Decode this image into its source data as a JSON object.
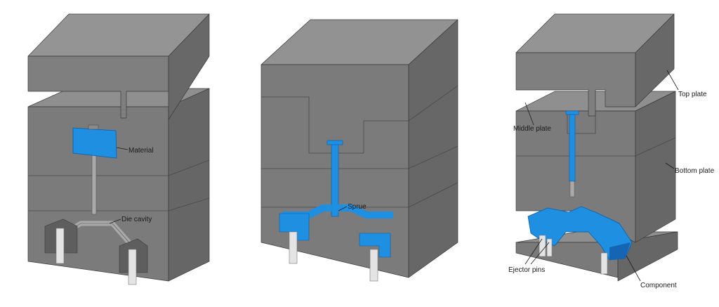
{
  "colors": {
    "plate_top": "#8f8f8f",
    "plate_front": "#797979",
    "plate_side": "#656565",
    "material_blue": "#1e8fe1",
    "material_blue_dark": "#1466b4",
    "pin": "#e4e4e4"
  },
  "labels": {
    "material": "Material",
    "die_cavity": "Die cavity",
    "sprue": "Sprue",
    "top_plate": "Top plate",
    "middle_plate": "Middle plate",
    "bottom_plate": "Bottom plate",
    "ejector_pins": "Ejector pins",
    "component": "Component"
  }
}
